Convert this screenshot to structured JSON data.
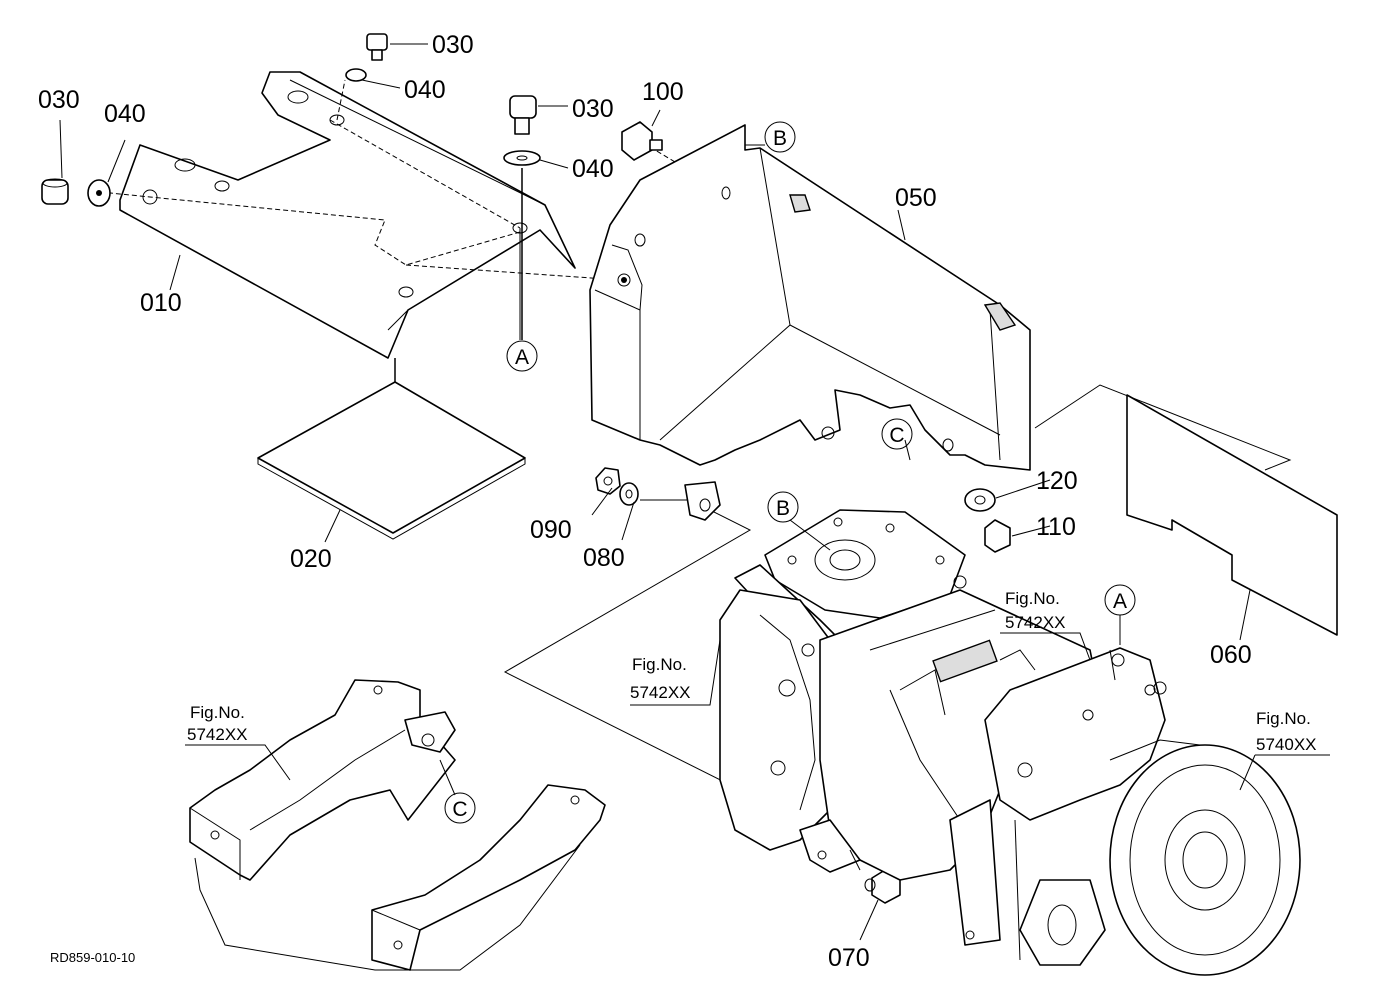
{
  "part_labels": {
    "p030_a": "030",
    "p040_a": "040",
    "p030_b": "030",
    "p040_b": "040",
    "p030_c": "030",
    "p040_c": "040",
    "p100": "100",
    "p050": "050",
    "p010": "010",
    "p020": "020",
    "p090": "090",
    "p080": "080",
    "p120": "120",
    "p110": "110",
    "p060": "060",
    "p070": "070"
  },
  "reference_markers": {
    "a_top": "A",
    "a_right": "A",
    "b_top": "B",
    "b_mid": "B",
    "c_right": "C",
    "c_bottom": "C"
  },
  "figure_refs": {
    "left_title": "Fig.No.",
    "left_number": "5742XX",
    "mid_title": "Fig.No.",
    "mid_number": "5742XX",
    "upper_title": "Fig.No.",
    "upper_number": "5742XX",
    "right_title": "Fig.No.",
    "right_number": "5740XX"
  },
  "drawing_code": "RD859-010-10"
}
